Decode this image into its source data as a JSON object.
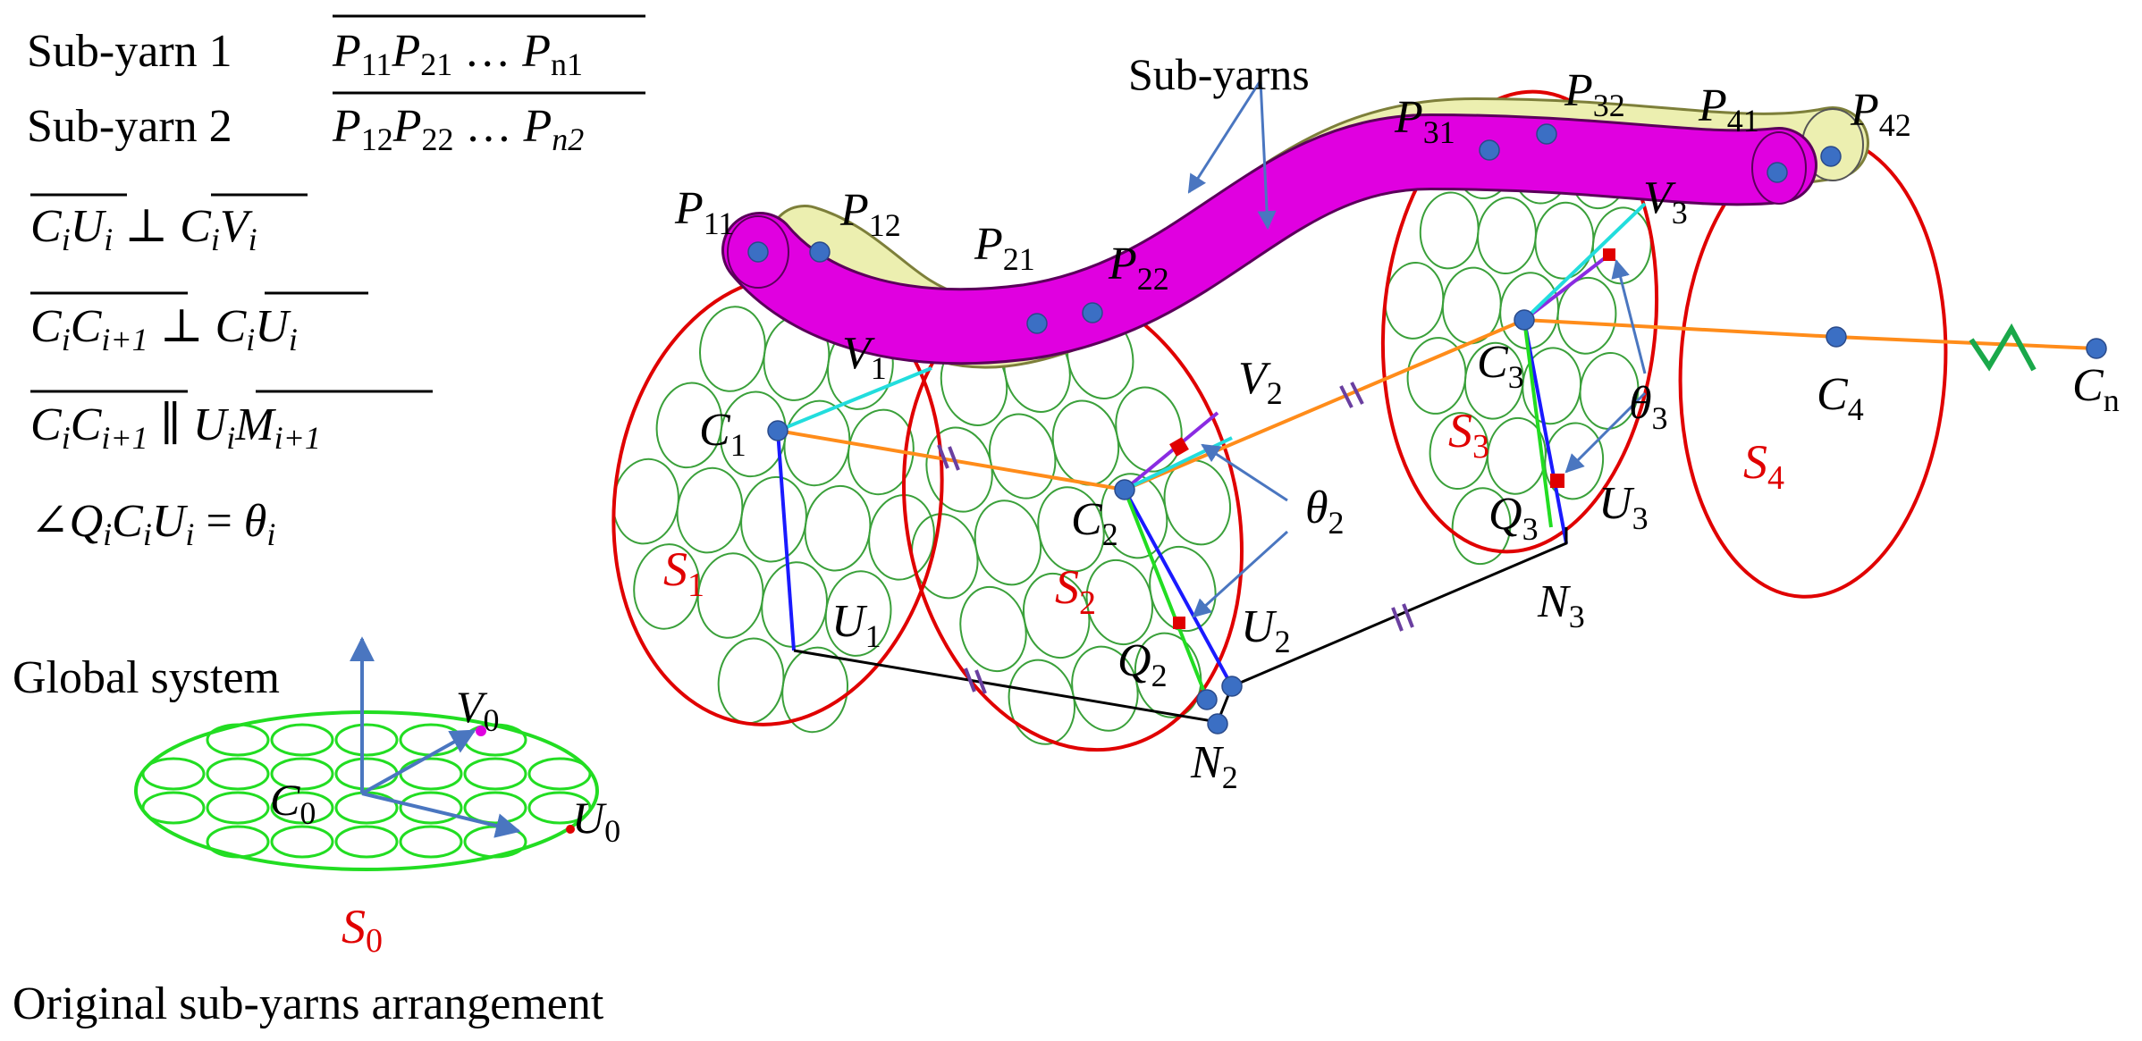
{
  "legend": {
    "subyarn1": {
      "name": "Sub-yarn 1",
      "seq_a": "P",
      "s11": "11",
      "seq_b": "P",
      "s21": "21",
      "dots": " … ",
      "seq_c": "P",
      "sn1": "n1"
    },
    "subyarn2": {
      "name": "Sub-yarn 2",
      "seq_a": "P",
      "s12": "12",
      "seq_b": "P",
      "s22": "22",
      "dots": " … ",
      "seq_c": "P",
      "sn2": "n2"
    },
    "rel1": {
      "a": "C",
      "ai": "i",
      "b": "U",
      "bi": "i",
      "op": " ⊥ ",
      "c": "C",
      "ci": "i",
      "d": "V",
      "di": "i"
    },
    "rel2": {
      "a": "C",
      "ai": "i",
      "b": "C",
      "bi": "i+1",
      "op": " ⊥ ",
      "c": "C",
      "ci": "i",
      "d": "U",
      "di": "i"
    },
    "rel3": {
      "a": "C",
      "ai": "i",
      "b": "C",
      "bi": "i+1",
      "op": " ∥ ",
      "c": "U",
      "ci": "i",
      "d": "M",
      "di": "i+1"
    },
    "rel4": {
      "angle": "∠",
      "a": "Q",
      "ai": "i",
      "b": "C",
      "bi": "i",
      "c": "U",
      "ci": "i",
      "eq": " = ",
      "t": "θ",
      "ti": "i"
    }
  },
  "global": {
    "title": "Global system",
    "caption": "Original sub-yarns arrangement",
    "c0": {
      "m": "C",
      "s": "0"
    },
    "u0": {
      "m": "U",
      "s": "0"
    },
    "v0": {
      "m": "V",
      "s": "0"
    },
    "s0": {
      "m": "S",
      "s": "0"
    }
  },
  "main": {
    "subyarns_label": "Sub-yarns",
    "points": {
      "p11": {
        "m": "P",
        "s": "11"
      },
      "p12": {
        "m": "P",
        "s": "12"
      },
      "p21": {
        "m": "P",
        "s": "21"
      },
      "p22": {
        "m": "P",
        "s": "22"
      },
      "p31": {
        "m": "P",
        "s": "31"
      },
      "p32": {
        "m": "P",
        "s": "32"
      },
      "p41": {
        "m": "P",
        "s": "41"
      },
      "p42": {
        "m": "P",
        "s": "42"
      },
      "c1": {
        "m": "C",
        "s": "1"
      },
      "c2": {
        "m": "C",
        "s": "2"
      },
      "c3": {
        "m": "C",
        "s": "3"
      },
      "c4": {
        "m": "C",
        "s": "4"
      },
      "cn": {
        "m": "C",
        "s": "n"
      },
      "v1": {
        "m": "V",
        "s": "1"
      },
      "v2": {
        "m": "V",
        "s": "2"
      },
      "v3": {
        "m": "V",
        "s": "3"
      },
      "u1": {
        "m": "U",
        "s": "1"
      },
      "u2": {
        "m": "U",
        "s": "2"
      },
      "u3": {
        "m": "U",
        "s": "3"
      },
      "q2": {
        "m": "Q",
        "s": "2"
      },
      "q3": {
        "m": "Q",
        "s": "3"
      },
      "n2": {
        "m": "N",
        "s": "2"
      },
      "n3": {
        "m": "N",
        "s": "3"
      },
      "s1": {
        "m": "S",
        "s": "1"
      },
      "s2": {
        "m": "S",
        "s": "2"
      },
      "s3": {
        "m": "S",
        "s": "3"
      },
      "s4": {
        "m": "S",
        "s": "4"
      },
      "t2": {
        "m": "θ",
        "s": "2"
      },
      "t3": {
        "m": "θ",
        "s": "3"
      }
    }
  },
  "colors": {
    "magenta": "#e000e0",
    "yarn_yellow": "#ecefb0",
    "green": "#3aa03a",
    "bright_green": "#22dd22",
    "red": "#e00000",
    "orange": "#ff8c1a",
    "blue_dot": "#3b6fc4",
    "arrow_blue": "#4a76c0",
    "cyan": "#22dddd",
    "purple": "#8a2be2",
    "tick": "#6a3fa0",
    "navy": "#1a1aff",
    "zigzag": "#1aa84a"
  }
}
